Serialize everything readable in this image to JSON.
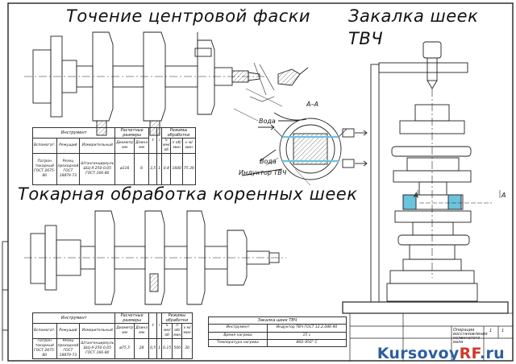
{
  "titles": {
    "turning_chamfer": "Точение центровой фаски",
    "hardening_line1": "Закалка шеек",
    "hardening_line2": "ТВЧ",
    "main_journals": "Токарная обработка коренных шеек"
  },
  "labels": {
    "section": "А–А",
    "water1": "Вода",
    "water2": "Вода",
    "inductor": "Индуктор ТВЧ",
    "a_left": "А",
    "a_right": "А"
  },
  "table_chamfer": {
    "group_tools": "Инструмент",
    "group_size": "Расчетные размеры",
    "group_mode": "Режимы обработки",
    "cols": [
      "Вспомогат.",
      "Режущий",
      "Измерительный",
      "Диаметр мм",
      "Длина мм",
      "t",
      "i",
      "S мм/об",
      "n об/мин",
      "v м/мин"
    ],
    "row": [
      "Патрон токарный ГОСТ 2675-80",
      "Резец проходной ГОСТ 18879-73",
      "Штангенциркуль ШЦ-II-250-0,05 ГОСТ 166-80",
      "ø116",
      "6",
      "3,5",
      "1",
      "0,4",
      "1600",
      "75,36"
    ]
  },
  "table_main": {
    "group_tools": "Инструмент",
    "group_size": "Расчетные размеры",
    "group_mode": "Режимы обработки",
    "cols": [
      "Вспомогат.",
      "Режущий",
      "Измерительный",
      "Диаметр мм",
      "Длина мм",
      "t",
      "i",
      "S мм/об",
      "n об/мин",
      "v м/мин"
    ],
    "row": [
      "Патрон токарный ГОСТ 2675-80",
      "Резец проходной ГОСТ 18879-73",
      "Штангенциркуль ШЦ-II-250-0,05 ГОСТ 166-80",
      "ø75,5",
      "28",
      "0,5",
      "1",
      "0,15",
      "500",
      "30"
    ]
  },
  "table_hardening": {
    "title": "Закалка шеек ТВЧ",
    "rows": [
      [
        "Инструмент",
        "Индуктор ТВЧ ГОСТ 12.2.046-90"
      ],
      [
        "Время нагрева",
        "15 с"
      ],
      [
        "Температура нагрева",
        "860–950° С"
      ]
    ]
  },
  "title_block": {
    "sheet_text": "Операции восстановления коленчатого вала",
    "sheet_no": "1",
    "sheets_total": "1"
  },
  "watermark": {
    "main": "Kursovoy",
    "accent": "RF",
    "suffix": ".ru"
  },
  "colors": {
    "line": "#222222",
    "highlight": "#6bc3dd",
    "watermark": "#2d5fa0",
    "watermark_accent": "#d23a2a"
  }
}
